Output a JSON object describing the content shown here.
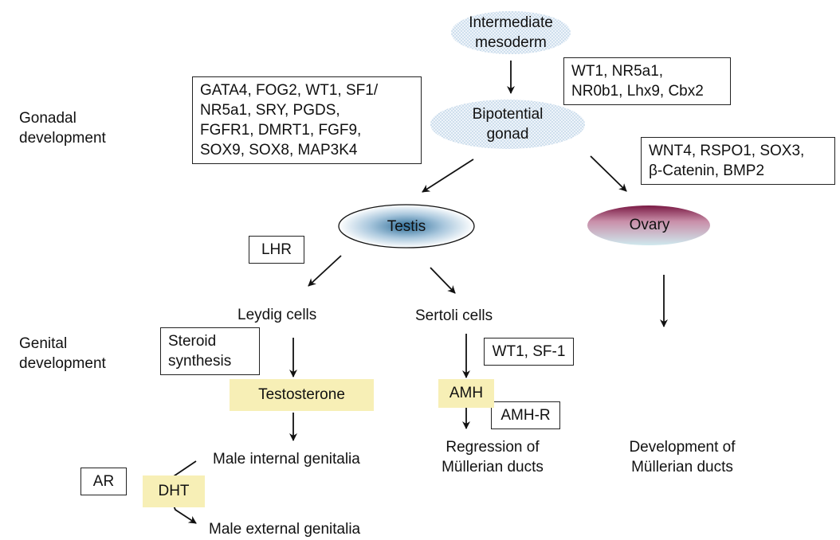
{
  "colors": {
    "oval_dotted": "#c9dcec",
    "testis_fill": "#2f6f9a",
    "ovary_top": "#7a1a44",
    "ovary_bottom": "#cfe9ee",
    "highlight": "#f7efb6"
  },
  "stage_labels": {
    "gonadal": [
      "Gonadal",
      "development"
    ],
    "genital": [
      "Genital",
      "development"
    ]
  },
  "nodes": {
    "intermediate_mesoderm": [
      "Intermediate",
      "mesoderm"
    ],
    "bipotential_gonad": [
      "Bipotential",
      "gonad"
    ],
    "testis": "Testis",
    "ovary": "Ovary",
    "leydig_cells": "Leydig cells",
    "sertoli_cells": "Sertoli cells",
    "testosterone": "Testosterone",
    "amh": "AMH",
    "dht": "DHT",
    "male_internal_genitalia": "Male internal genitalia",
    "male_external_genitalia": "Male external genitalia",
    "regression_mullerian": [
      "Regression of",
      "Müllerian ducts"
    ],
    "development_mullerian": [
      "Development of",
      "Müllerian ducts"
    ]
  },
  "factor_boxes": {
    "bipotential_factors": [
      "WT1, NR5a1,",
      "NR0b1, Lhx9, Cbx2"
    ],
    "testis_factors": [
      "GATA4, FOG2, WT1, SF1/",
      "NR5a1, SRY, PGDS,",
      "FGFR1, DMRT1, FGF9,",
      "SOX9, SOX8, MAP3K4"
    ],
    "ovary_factors": [
      "WNT4, RSPO1, SOX3,",
      "β-Catenin, BMP2"
    ],
    "lhr": "LHR",
    "steroid_synthesis": [
      "Steroid",
      "synthesis"
    ],
    "sertoli_factors": "WT1, SF-1",
    "amh_r": "AMH-R",
    "ar": "AR"
  }
}
